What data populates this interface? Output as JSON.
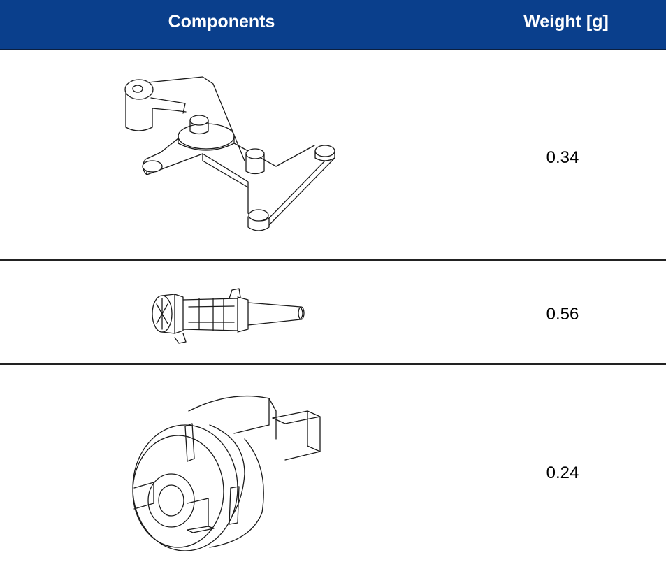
{
  "table": {
    "header": {
      "components": "Components",
      "weight": "Weight [g]"
    },
    "rows": [
      {
        "component_icon": "lever-bracket-part-icon",
        "weight": "0.34"
      },
      {
        "component_icon": "cross-head-pin-part-icon",
        "weight": "0.56"
      },
      {
        "component_icon": "cylindrical-cam-part-icon",
        "weight": "0.24"
      }
    ]
  },
  "colors": {
    "header_bg": "#0a3f8c",
    "header_text": "#ffffff"
  }
}
